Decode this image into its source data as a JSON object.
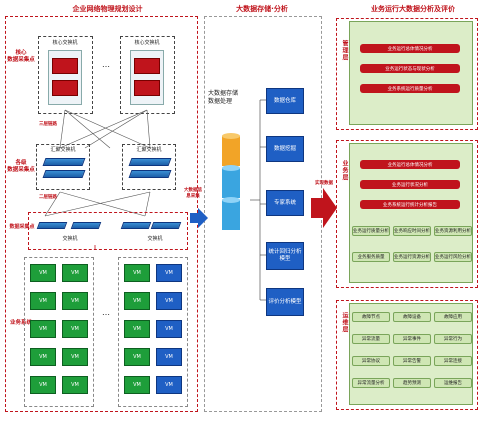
{
  "titles": {
    "left": "企业网络物理规划设计",
    "middle": "大数据存储·分析",
    "right": "业务运行大数据分析及评价"
  },
  "left": {
    "row_labels": {
      "core": "核心\n数据采集点",
      "agg": "各级\n数据采集点",
      "access": "数据采集点",
      "business": "业务系统"
    },
    "core_switch_a": "核心交换机",
    "core_switch_b": "核心交换机",
    "ellipsis": "…",
    "agg_switch_a": "汇聚交换机",
    "agg_switch_b": "汇聚交换机",
    "link_label_top": "三层链路",
    "link_label_bottom": "二层链路",
    "access_switch_a": "交换机",
    "access_switch_b": "交换机",
    "collect_side": "大数据信息采集",
    "vm_label": "VM"
  },
  "middle": {
    "platform": "大数据存储\n数据处理",
    "items": [
      "数据仓库",
      "数据挖掘",
      "专家系统",
      "统计回归分析模型",
      "评价分析模型"
    ]
  },
  "arrow_label": "实现数据",
  "right": {
    "sections": [
      {
        "label": "管理层",
        "items": [
          "业务运行总体情况分析",
          "业务运行状态与现状分析",
          "业务系统运行质量分析"
        ]
      },
      {
        "label": "业务层",
        "items": [
          "业务运行总体情况分析",
          "业务运行状况分析",
          "业务系统运行统计分析报告"
        ],
        "grid": [
          "业务运行质量分析",
          "业务响应时间分析",
          "业务资源利用分析",
          "业务服务质量",
          "业务运行资源分析",
          "业务运行风险分析"
        ]
      },
      {
        "label": "运维层",
        "grid": [
          "故障节点",
          "故障设备",
          "故障应用",
          "异常流量",
          "异常事件",
          "异常行为",
          "异常协议",
          "异常告警",
          "异常连接",
          "异常流量分析",
          "趋势预测",
          "运维报告"
        ]
      }
    ]
  },
  "colors": {
    "red": "#c0141c",
    "green_vm": "#1e9e3a",
    "blue": "#1f5fc4",
    "panel_green": "#dcedc8"
  }
}
